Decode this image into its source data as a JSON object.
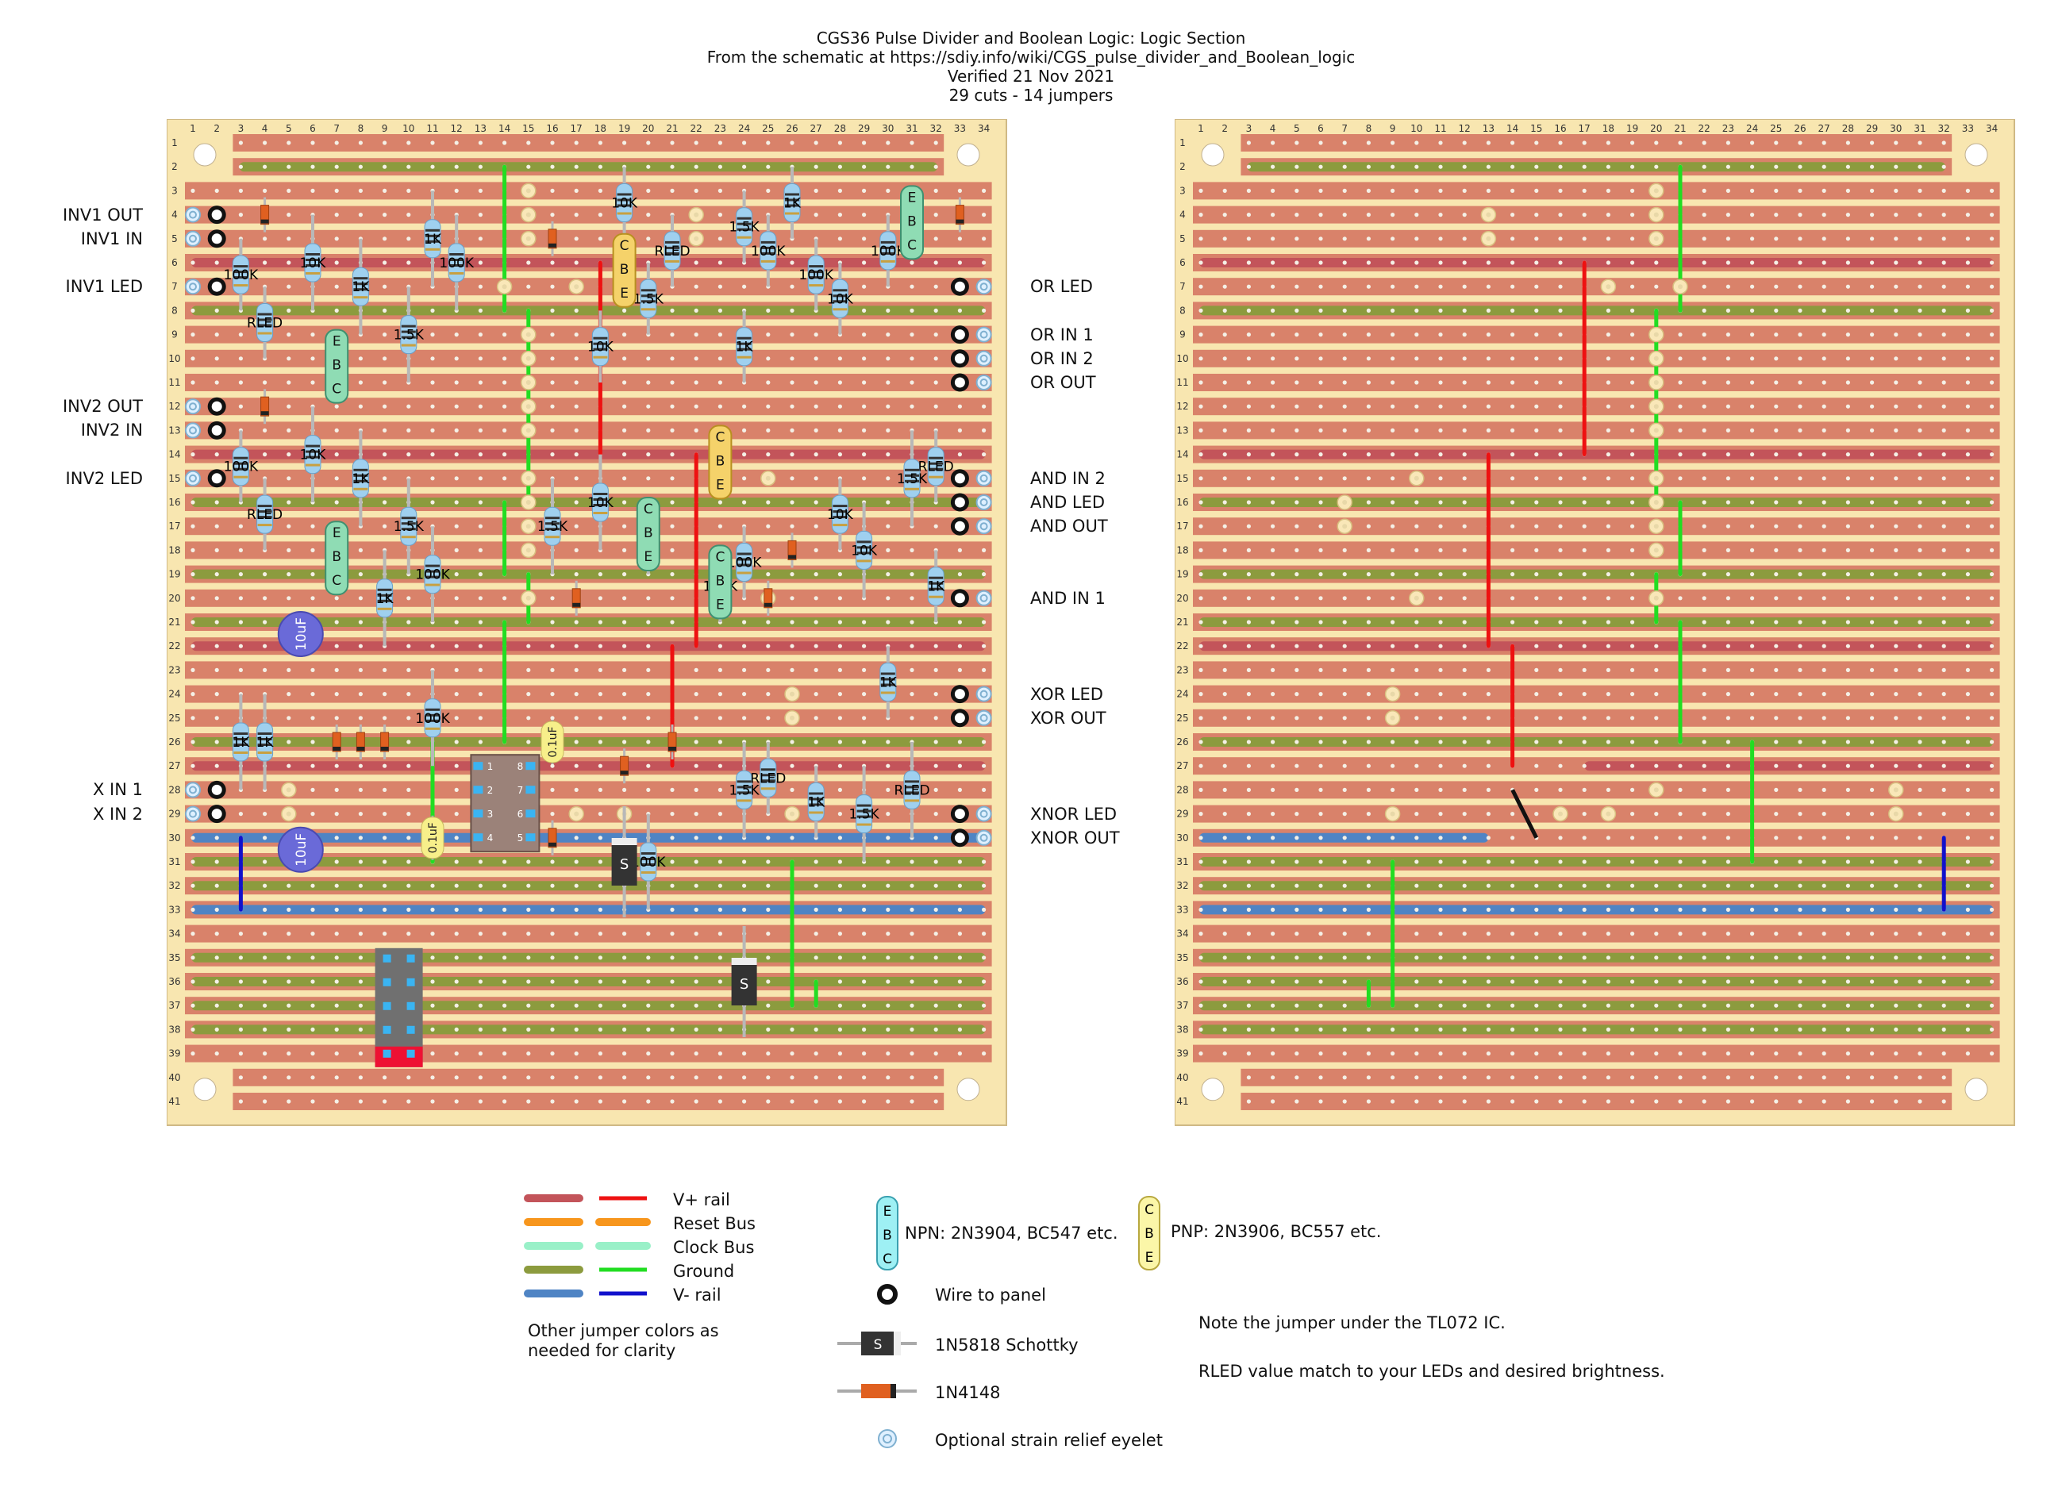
{
  "header": {
    "title": "CGS36 Pulse Divider and Boolean Logic: Logic Section",
    "source": "From the schematic at https://sdiy.info/wiki/CGS_pulse_divider_and_Boolean_logic",
    "verified": "Verified 21 Nov 2021",
    "stats": "29 cuts - 14 jumpers"
  },
  "board": {
    "columns": [
      "1",
      "2",
      "3",
      "4",
      "5",
      "6",
      "7",
      "8",
      "9",
      "10",
      "11",
      "12",
      "13",
      "14",
      "15",
      "16",
      "17",
      "18",
      "19",
      "20",
      "21",
      "22",
      "23",
      "24",
      "25",
      "26",
      "27",
      "28",
      "29",
      "30",
      "31",
      "32",
      "33",
      "34"
    ],
    "rows": [
      "1",
      "2",
      "3",
      "4",
      "5",
      "6",
      "7",
      "8",
      "9",
      "10",
      "11",
      "12",
      "13",
      "14",
      "15",
      "16",
      "17",
      "18",
      "19",
      "20",
      "21",
      "22",
      "23",
      "24",
      "25",
      "26",
      "27",
      "28",
      "29",
      "30",
      "31",
      "32",
      "33",
      "34",
      "35",
      "36",
      "37",
      "38",
      "39",
      "40",
      "41"
    ],
    "colors": {
      "board": "#f8e6b0",
      "strip": "#d9826a",
      "hole": "#f4f0e6",
      "vplus": "#c3545a",
      "ground": "#8c9b3e",
      "vminus": "#4f84c4",
      "jumper_vplus": "#ee1111",
      "jumper_ground": "#22dd22",
      "jumper_vminus": "#1111cc",
      "cut": "#f9e7b8"
    }
  },
  "left_labels": [
    {
      "row": 4,
      "text": "INV1 OUT"
    },
    {
      "row": 5,
      "text": "INV1 IN"
    },
    {
      "row": 7,
      "text": "INV1 LED"
    },
    {
      "row": 12,
      "text": "INV2 OUT"
    },
    {
      "row": 13,
      "text": "INV2 IN"
    },
    {
      "row": 15,
      "text": "INV2 LED"
    },
    {
      "row": 28,
      "text": "X IN 1"
    },
    {
      "row": 29,
      "text": "X IN 2"
    }
  ],
  "right_labels": [
    {
      "row": 7,
      "text": "OR LED"
    },
    {
      "row": 9,
      "text": "OR IN 1"
    },
    {
      "row": 10,
      "text": "OR IN 2"
    },
    {
      "row": 11,
      "text": "OR OUT"
    },
    {
      "row": 15,
      "text": "AND IN 2"
    },
    {
      "row": 16,
      "text": "AND LED"
    },
    {
      "row": 17,
      "text": "AND OUT"
    },
    {
      "row": 20,
      "text": "AND IN 1"
    },
    {
      "row": 24,
      "text": "XOR LED"
    },
    {
      "row": 25,
      "text": "XOR OUT"
    },
    {
      "row": 29,
      "text": "XNOR LED"
    },
    {
      "row": 30,
      "text": "XNOR OUT"
    }
  ],
  "resistors": [
    {
      "c": 3,
      "r1": 5,
      "r2": 8,
      "label": "100K"
    },
    {
      "c": 4,
      "r1": 7,
      "r2": 10,
      "label": "RLED"
    },
    {
      "c": 6,
      "r1": 4,
      "r2": 8,
      "label": "10K"
    },
    {
      "c": 8,
      "r1": 5,
      "r2": 9,
      "label": "1K"
    },
    {
      "c": 10,
      "r1": 7,
      "r2": 11,
      "label": "1.5K"
    },
    {
      "c": 11,
      "r1": 3,
      "r2": 7,
      "label": "1K"
    },
    {
      "c": 12,
      "r1": 4,
      "r2": 8,
      "label": "100K"
    },
    {
      "c": 19,
      "r1": 2,
      "r2": 5,
      "label": "10K"
    },
    {
      "c": 18,
      "r1": 8,
      "r2": 11,
      "label": "10K"
    },
    {
      "c": 20,
      "r1": 6,
      "r2": 9,
      "label": "1.5K"
    },
    {
      "c": 21,
      "r1": 4,
      "r2": 7,
      "label": "RLED"
    },
    {
      "c": 24,
      "r1": 3,
      "r2": 6,
      "label": "1.5K"
    },
    {
      "c": 26,
      "r1": 2,
      "r2": 5,
      "label": "1K"
    },
    {
      "c": 25,
      "r1": 4,
      "r2": 7,
      "label": "100K"
    },
    {
      "c": 27,
      "r1": 5,
      "r2": 8,
      "label": "100K"
    },
    {
      "c": 28,
      "r1": 6,
      "r2": 9,
      "label": "10K"
    },
    {
      "c": 30,
      "r1": 4,
      "r2": 7,
      "label": "100K"
    },
    {
      "c": 24,
      "r1": 8,
      "r2": 11,
      "label": "1K"
    },
    {
      "c": 3,
      "r1": 13,
      "r2": 16,
      "label": "100K"
    },
    {
      "c": 4,
      "r1": 15,
      "r2": 18,
      "label": "RLED"
    },
    {
      "c": 6,
      "r1": 12,
      "r2": 16,
      "label": "10K"
    },
    {
      "c": 8,
      "r1": 13,
      "r2": 17,
      "label": "1K"
    },
    {
      "c": 10,
      "r1": 15,
      "r2": 19,
      "label": "1.5K"
    },
    {
      "c": 9,
      "r1": 18,
      "r2": 22,
      "label": "1K"
    },
    {
      "c": 11,
      "r1": 17,
      "r2": 21,
      "label": "100K"
    },
    {
      "c": 16,
      "r1": 15,
      "r2": 19,
      "label": "1.5K"
    },
    {
      "c": 18,
      "r1": 14,
      "r2": 18,
      "label": "10K"
    },
    {
      "c": 20,
      "r1": 16,
      "r2": 19,
      "label": "1K"
    },
    {
      "c": 23,
      "r1": 18,
      "r2": 21,
      "label": "100K"
    },
    {
      "c": 24,
      "r1": 17,
      "r2": 20,
      "label": "100K"
    },
    {
      "c": 28,
      "r1": 15,
      "r2": 18,
      "label": "10K"
    },
    {
      "c": 29,
      "r1": 16,
      "r2": 20,
      "label": "10K"
    },
    {
      "c": 31,
      "r1": 13,
      "r2": 17,
      "label": "1.5K"
    },
    {
      "c": 32,
      "r1": 13,
      "r2": 16,
      "label": "RLED"
    },
    {
      "c": 32,
      "r1": 18,
      "r2": 21,
      "label": "1K"
    },
    {
      "c": 30,
      "r1": 22,
      "r2": 25,
      "label": "1K"
    },
    {
      "c": 3,
      "r1": 24,
      "r2": 28,
      "label": "1K"
    },
    {
      "c": 4,
      "r1": 24,
      "r2": 28,
      "label": "1K"
    },
    {
      "c": 11,
      "r1": 23,
      "r2": 27,
      "label": "100K"
    },
    {
      "c": 20,
      "r1": 29,
      "r2": 33,
      "label": "100K"
    },
    {
      "c": 24,
      "r1": 26,
      "r2": 30,
      "label": "1.5K"
    },
    {
      "c": 25,
      "r1": 26,
      "r2": 29,
      "label": "RLED"
    },
    {
      "c": 27,
      "r1": 27,
      "r2": 30,
      "label": "1K"
    },
    {
      "c": 29,
      "r1": 27,
      "r2": 31,
      "label": "1.5K"
    },
    {
      "c": 31,
      "r1": 26,
      "r2": 30,
      "label": "RLED"
    }
  ],
  "transistors": [
    {
      "c": 31,
      "r": 3,
      "type": "npn",
      "pins": [
        "E",
        "B",
        "C"
      ]
    },
    {
      "c": 19,
      "r": 5,
      "type": "pnp",
      "pins": [
        "C",
        "B",
        "E"
      ]
    },
    {
      "c": 7,
      "r": 9,
      "type": "npn",
      "pins": [
        "E",
        "B",
        "C"
      ]
    },
    {
      "c": 23,
      "r": 13,
      "type": "pnp",
      "pins": [
        "C",
        "B",
        "E"
      ]
    },
    {
      "c": 20,
      "r": 16,
      "type": "npn",
      "pins": [
        "C",
        "B",
        "E"
      ]
    },
    {
      "c": 7,
      "r": 17,
      "type": "npn",
      "pins": [
        "E",
        "B",
        "C"
      ]
    },
    {
      "c": 23,
      "r": 18,
      "type": "npn",
      "pins": [
        "C",
        "B",
        "E"
      ]
    }
  ],
  "diodes_small": [
    {
      "c": 4,
      "r": 4
    },
    {
      "c": 16,
      "r": 5
    },
    {
      "c": 33,
      "r": 4
    },
    {
      "c": 4,
      "r": 12
    },
    {
      "c": 26,
      "r": 18
    },
    {
      "c": 25,
      "r": 20
    },
    {
      "c": 17,
      "r": 20
    },
    {
      "c": 7,
      "r": 26
    },
    {
      "c": 8,
      "r": 26
    },
    {
      "c": 9,
      "r": 26
    },
    {
      "c": 19,
      "r": 27
    },
    {
      "c": 21,
      "r": 26
    },
    {
      "c": 16,
      "r": 30
    }
  ],
  "diodes_schottky": [
    {
      "c": 19,
      "r": 31,
      "label": "S"
    },
    {
      "c": 24,
      "r": 36,
      "label": "S"
    }
  ],
  "capacitors_elec": [
    {
      "c": 5,
      "r": 21,
      "label": "10uF"
    },
    {
      "c": 5,
      "r": 30,
      "label": "10uF"
    }
  ],
  "capacitors_film": [
    {
      "c": 16,
      "r": 26,
      "label": "0.1uF"
    },
    {
      "c": 11,
      "r": 30,
      "label": "0.1uF"
    }
  ],
  "ic": {
    "label": "TL072",
    "pins": [
      "1",
      "2",
      "3",
      "4",
      "5",
      "6",
      "7",
      "8"
    ]
  },
  "header_connector": {
    "label": "power header"
  },
  "legend": {
    "items": [
      {
        "text": "V+ rail",
        "strip": "#c3545a",
        "jumper": "#ee1111"
      },
      {
        "text": "Reset Bus",
        "strip": "#f7961d",
        "jumper": ""
      },
      {
        "text": "Clock Bus",
        "strip": "#99f0c8",
        "jumper": ""
      },
      {
        "text": "Ground",
        "strip": "#8c9b3e",
        "jumper": "#22dd22"
      },
      {
        "text": "V- rail",
        "strip": "#4f84c4",
        "jumper": "#1111cc"
      }
    ],
    "note_other": "Other jumper colors as needed for clarity",
    "npn": "NPN: 2N3904, BC547 etc.",
    "pnp": "PNP: 2N3906, BC557 etc.",
    "wire": "Wire to panel",
    "schottky": "1N5818 Schottky",
    "signal_diode": "1N4148",
    "eyelet": "Optional strain relief eyelet",
    "note_ic": "Note the jumper under the TL072 IC.",
    "note_rled": "RLED value match to your LEDs and desired brightness."
  }
}
